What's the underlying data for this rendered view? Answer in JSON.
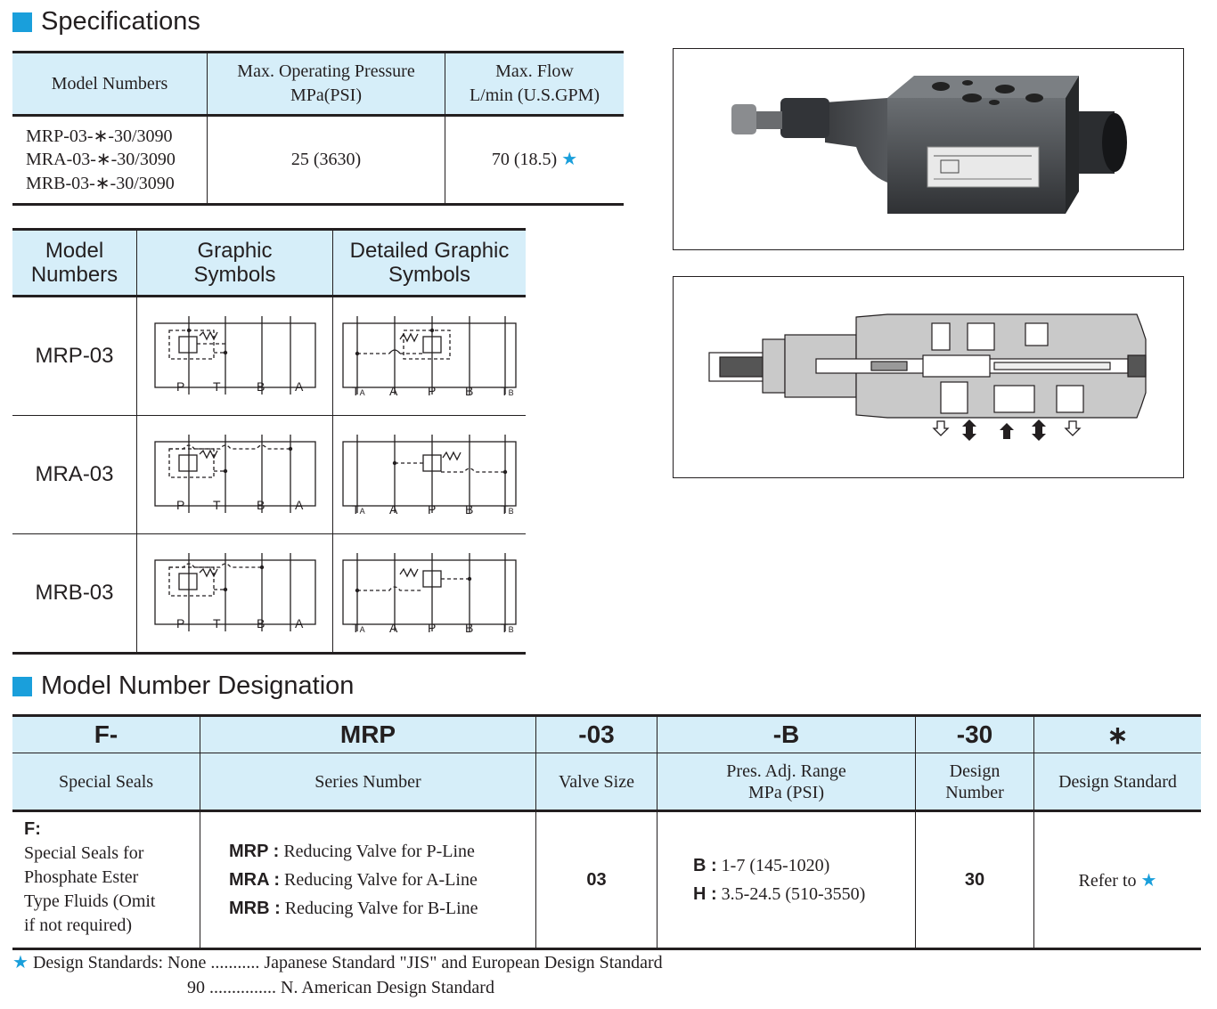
{
  "spec_section": {
    "title": "Specifications",
    "headers": [
      "Model Numbers",
      "Max. Operating Pressure",
      "MPa(PSI)",
      "Max. Flow",
      "L/min (U.S.GPM)"
    ],
    "models": [
      "MRP-03-∗-30/3090",
      "MRA-03-∗-30/3090",
      "MRB-03-∗-30/3090"
    ],
    "pressure": "25 (3630)",
    "flow": "70 (18.5)",
    "star": "★"
  },
  "symbols_table": {
    "headers": {
      "model_line1": "Model",
      "model_line2": "Numbers",
      "graphic_line1": "Graphic",
      "graphic_line2": "Symbols",
      "detailed_line1": "Detailed Graphic",
      "detailed_line2": "Symbols"
    },
    "rows": [
      {
        "model": "MRP-03"
      },
      {
        "model": "MRA-03"
      },
      {
        "model": "MRB-03"
      }
    ],
    "port_labels_graphic": [
      "P",
      "T",
      "B",
      "A"
    ],
    "port_labels_detailed": [
      "T",
      "A",
      "A",
      "P",
      "B",
      "T",
      "B"
    ]
  },
  "designation_section": {
    "title": "Model Number Designation",
    "codes": [
      "F-",
      "MRP",
      "-03",
      "-B",
      "-30",
      "∗"
    ],
    "labels": {
      "special_seals": "Special Seals",
      "series_number": "Series Number",
      "valve_size": "Valve Size",
      "pres_line1": "Pres. Adj. Range",
      "pres_line2": "MPa (PSI)",
      "design_line1": "Design",
      "design_line2": "Number",
      "design_standard": "Design Standard"
    },
    "seals": {
      "code": "F:",
      "lines": [
        "Special Seals for",
        "Phosphate Ester",
        "Type Fluids (Omit",
        "if not required)"
      ]
    },
    "series": [
      {
        "code": "MRP :",
        "text": "Reducing Valve for P-Line"
      },
      {
        "code": "MRA :",
        "text": "Reducing Valve for A-Line"
      },
      {
        "code": "MRB :",
        "text": "Reducing Valve for B-Line"
      }
    ],
    "valve_size": "03",
    "ranges": [
      {
        "code": "B :",
        "text": "1-7 (145-1020)"
      },
      {
        "code": "H :",
        "text": "3.5-24.5 (510-3550)"
      }
    ],
    "design_number": "30",
    "refer": "Refer to"
  },
  "footnote": {
    "star": "★",
    "line1_label": "Design Standards: None ...........",
    "line1_text": "Japanese Standard \"JIS\" and European Design Standard",
    "line2_label": "90 ...............",
    "line2_text": "N. American Design Standard"
  },
  "colors": {
    "accent": "#1a9fdb",
    "header_bg": "#d6eef9"
  }
}
